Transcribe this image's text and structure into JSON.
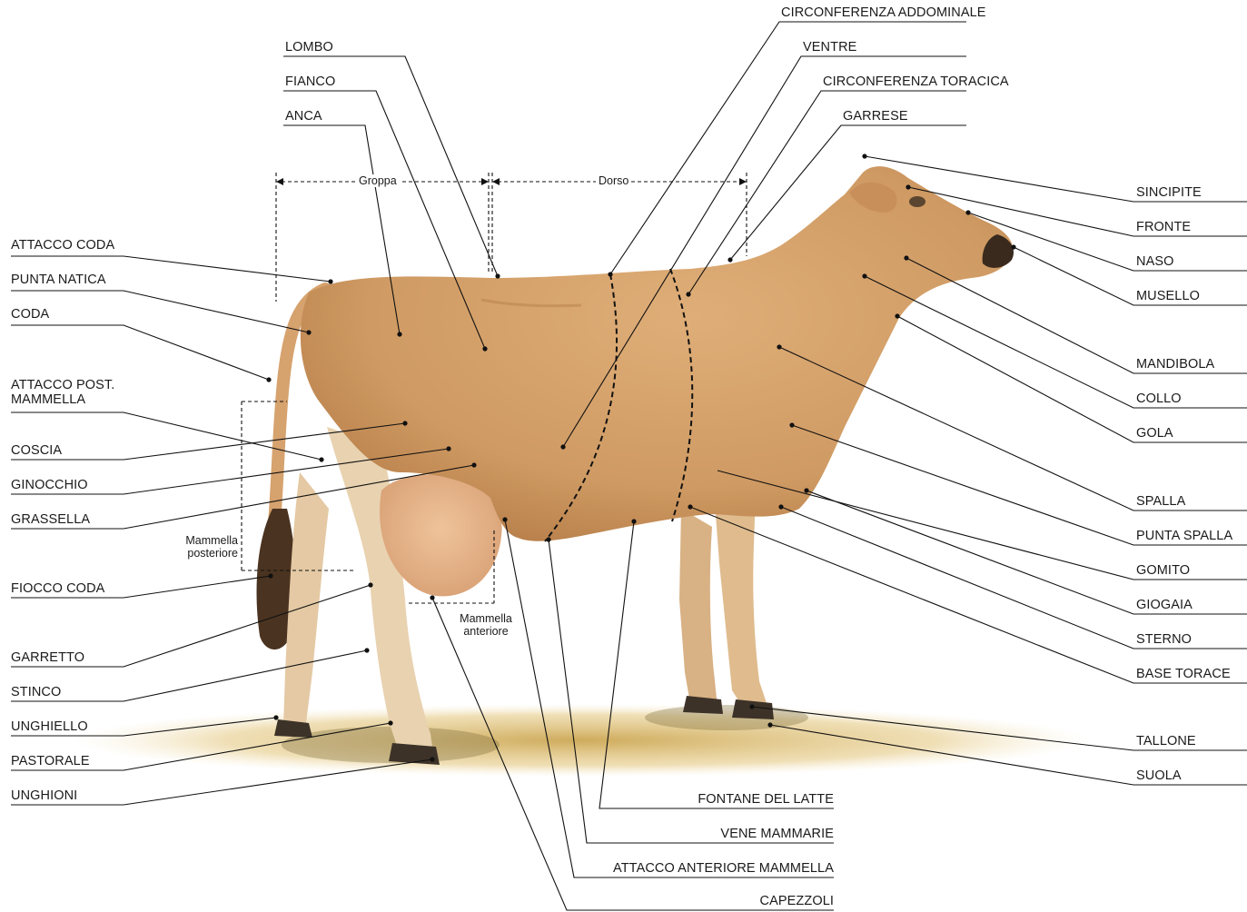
{
  "left_labels": [
    "ATTACCO CODA",
    "PUNTA NATICA",
    "CODA",
    "ATTACCO POST. MAMMELLA",
    "COSCIA",
    "GINOCCHIO",
    "GRASSELLA",
    "FIOCCO CODA",
    "GARRETTO",
    "STINCO",
    "UNGHIELLO",
    "PASTORALE",
    "UNGHIONI"
  ],
  "top_labels": [
    "LOMBO",
    "FIANCO",
    "ANCA"
  ],
  "top_right_labels": [
    "CIRCONFERENZA ADDOMINALE",
    "VENTRE",
    "CIRCONFERENZA TORACICA",
    "GARRESE"
  ],
  "right_labels": [
    "SINCIPITE",
    "FRONTE",
    "NASO",
    "MUSELLO",
    "MANDIBOLA",
    "COLLO",
    "GOLA",
    "SPALLA",
    "PUNTA SPALLA",
    "GOMITO",
    "GIOGAIA",
    "STERNO",
    "BASE TORACE",
    "TALLONE",
    "SUOLA"
  ],
  "bottom_labels": [
    "FONTANE DEL LATTE",
    "VENE MAMMARIE",
    "ATTACCO ANTERIORE MAMMELLA",
    "CAPEZZOLI"
  ],
  "regions": {
    "groppa": "Groppa",
    "dorso": "Dorso",
    "mammella_posteriore": "Mammella posteriore",
    "mammella_anteriore": "Mammella anteriore"
  },
  "colors": {
    "coat": "#d9a670",
    "coat_shadow": "#b57a45",
    "udder": "#e6b48a",
    "tail_tuft": "#4a3320",
    "ground": "#d8b45a",
    "leader": "#1a1a1a"
  }
}
